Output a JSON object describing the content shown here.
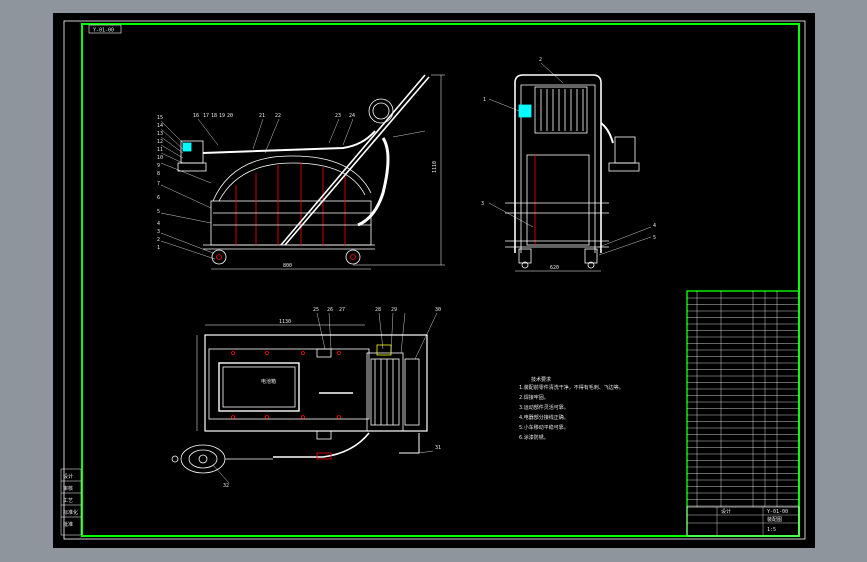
{
  "title_tag": "Y-01-00",
  "notes": {
    "heading": "技术要求",
    "lines": [
      "1.装配前零件清洗干净，不得有毛刺、飞边等。",
      "2.焊接牢固。",
      "3.运动部件灵活可靠。",
      "4.电器部分接线正确。",
      "5.小车移动平稳可靠。",
      "6.涂漆防锈。"
    ]
  },
  "callouts": {
    "front_left": [
      "15",
      "14",
      "13",
      "12",
      "11",
      "10",
      "9",
      "8",
      "7",
      "6",
      "5",
      "4",
      "3",
      "2",
      "1"
    ],
    "front_top": [
      "16",
      "17",
      "18",
      "19",
      "20",
      "21",
      "22",
      "23",
      "24"
    ],
    "side": [
      "1",
      "2",
      "3",
      "4",
      "5"
    ],
    "top_view": [
      "25",
      "26",
      "27",
      "28",
      "29",
      "30",
      "31",
      "32"
    ]
  },
  "dimensions": {
    "front_height": "1110",
    "front_width": "800",
    "side_width": "620",
    "top_width": "1130"
  },
  "top_view_label": "电池箱",
  "title_block": {
    "name": "设计",
    "drawing_no": "Y-01-00",
    "material": "装配图",
    "scale": "1:5"
  },
  "left_table": [
    "设计",
    "审核",
    "工艺",
    "标准化",
    "批准"
  ],
  "colors": {
    "frame": "#00ff00",
    "line": "#ffffff",
    "accent": "#ff0000",
    "cyan": "#00ffff",
    "yellow": "#ffff00"
  }
}
